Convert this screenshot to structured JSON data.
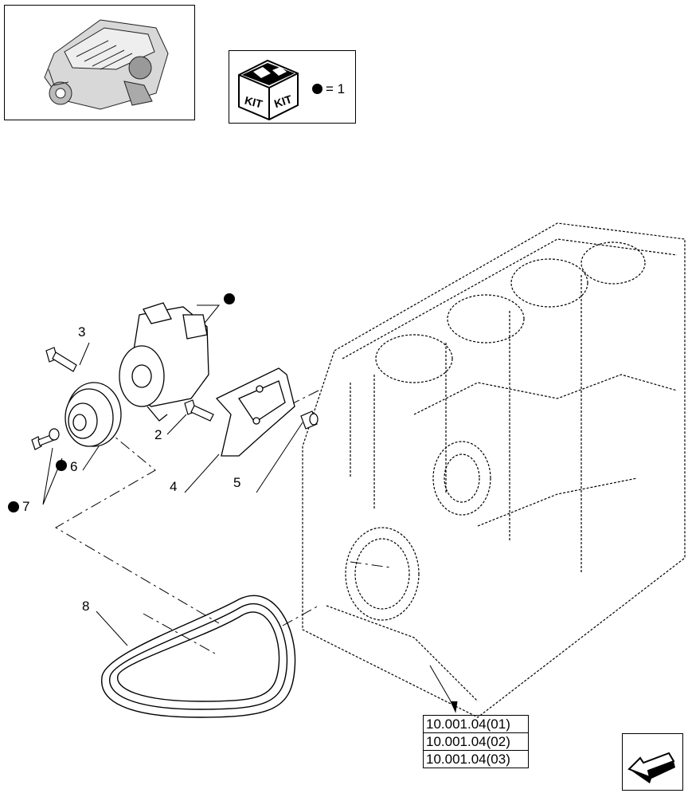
{
  "kit": {
    "icon_text_left": "KIT",
    "icon_text_right": "KIT",
    "legend_value": "1"
  },
  "callouts": [
    {
      "id": "2",
      "label": "2",
      "kit": false
    },
    {
      "id": "3",
      "label": "3",
      "kit": false
    },
    {
      "id": "4",
      "label": "4",
      "kit": false
    },
    {
      "id": "5",
      "label": "5",
      "kit": false
    },
    {
      "id": "6",
      "label": "6",
      "kit": true
    },
    {
      "id": "7",
      "label": "7",
      "kit": true
    },
    {
      "id": "8",
      "label": "8",
      "kit": false
    }
  ],
  "references": [
    "10.001.04(01)",
    "10.001.04(02)",
    "10.001.04(03)"
  ],
  "icons": {
    "thumbnail": "engine-thumbnail-icon",
    "kit": "kit-box-icon",
    "navigation": "arrow-navigation-icon"
  }
}
